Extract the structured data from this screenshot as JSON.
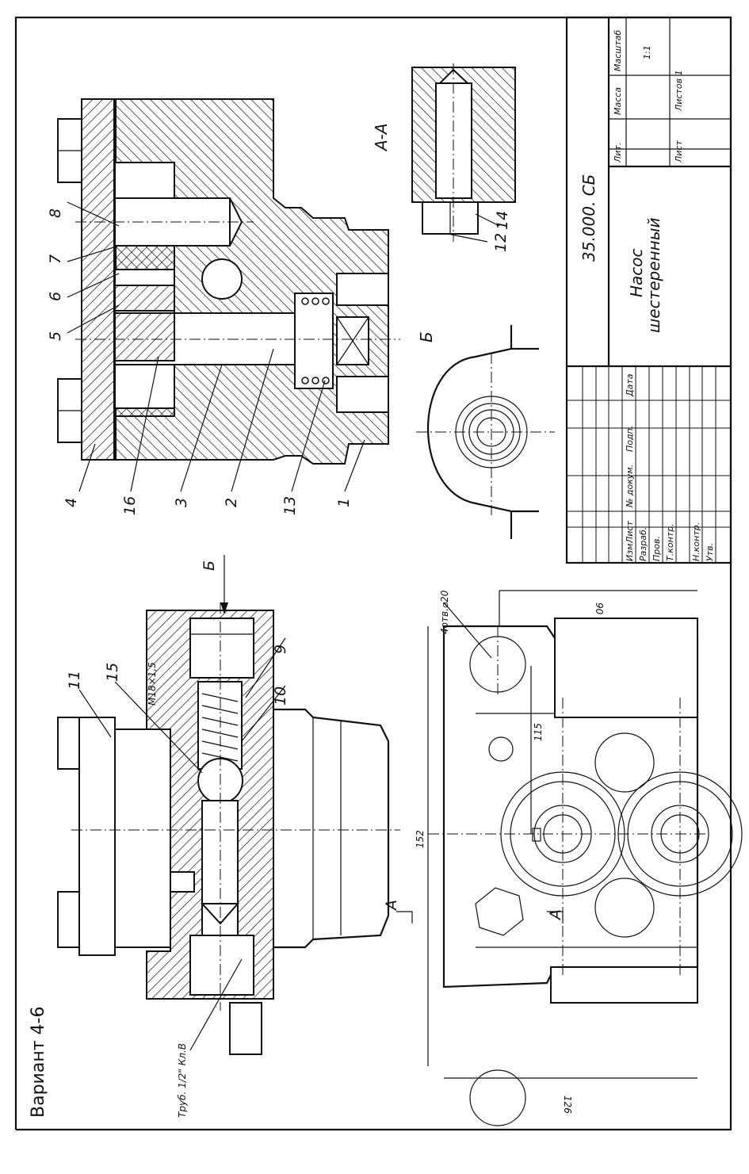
{
  "variant_label": "Вариант 4-6",
  "section_labels": {
    "aa": "А-А",
    "b_view": "Б",
    "b_arrow": "Б",
    "a_left": "А",
    "a_right": "А"
  },
  "callouts": {
    "c1": "1",
    "c2": "2",
    "c3": "3",
    "c4": "4",
    "c5": "5",
    "c6": "6",
    "c7": "7",
    "c8": "8",
    "c9": "9",
    "c10": "10",
    "c11": "11",
    "c12": "12",
    "c13": "13",
    "c14": "14",
    "c15": "15",
    "c16": "16"
  },
  "annotations": {
    "thread": "M18×1,5",
    "pipe": "Труб. 1/2\" Кл.В",
    "holes": "4отв.⌀20"
  },
  "dimensions": {
    "d152": "152",
    "d126": "126",
    "d115": "115",
    "d90": "90"
  },
  "title_block": {
    "code": "35.000. СБ",
    "name_line1": "Насос",
    "name_line2": "шестеренный",
    "lit": "Лит.",
    "mass": "Масса",
    "scale_label": "Масштаб",
    "scale": "1:1",
    "sheet": "Лист",
    "sheets": "Листов 1",
    "izm": "Изм.",
    "list": "Лист",
    "ndoc": "№ докум.",
    "podp": "Подп.",
    "data": "Дата",
    "razrab": "Разраб.",
    "prov": "Пров.",
    "tkontr": "Т.контр.",
    "nkontr": "Н.контр.",
    "utv": "Утв."
  }
}
